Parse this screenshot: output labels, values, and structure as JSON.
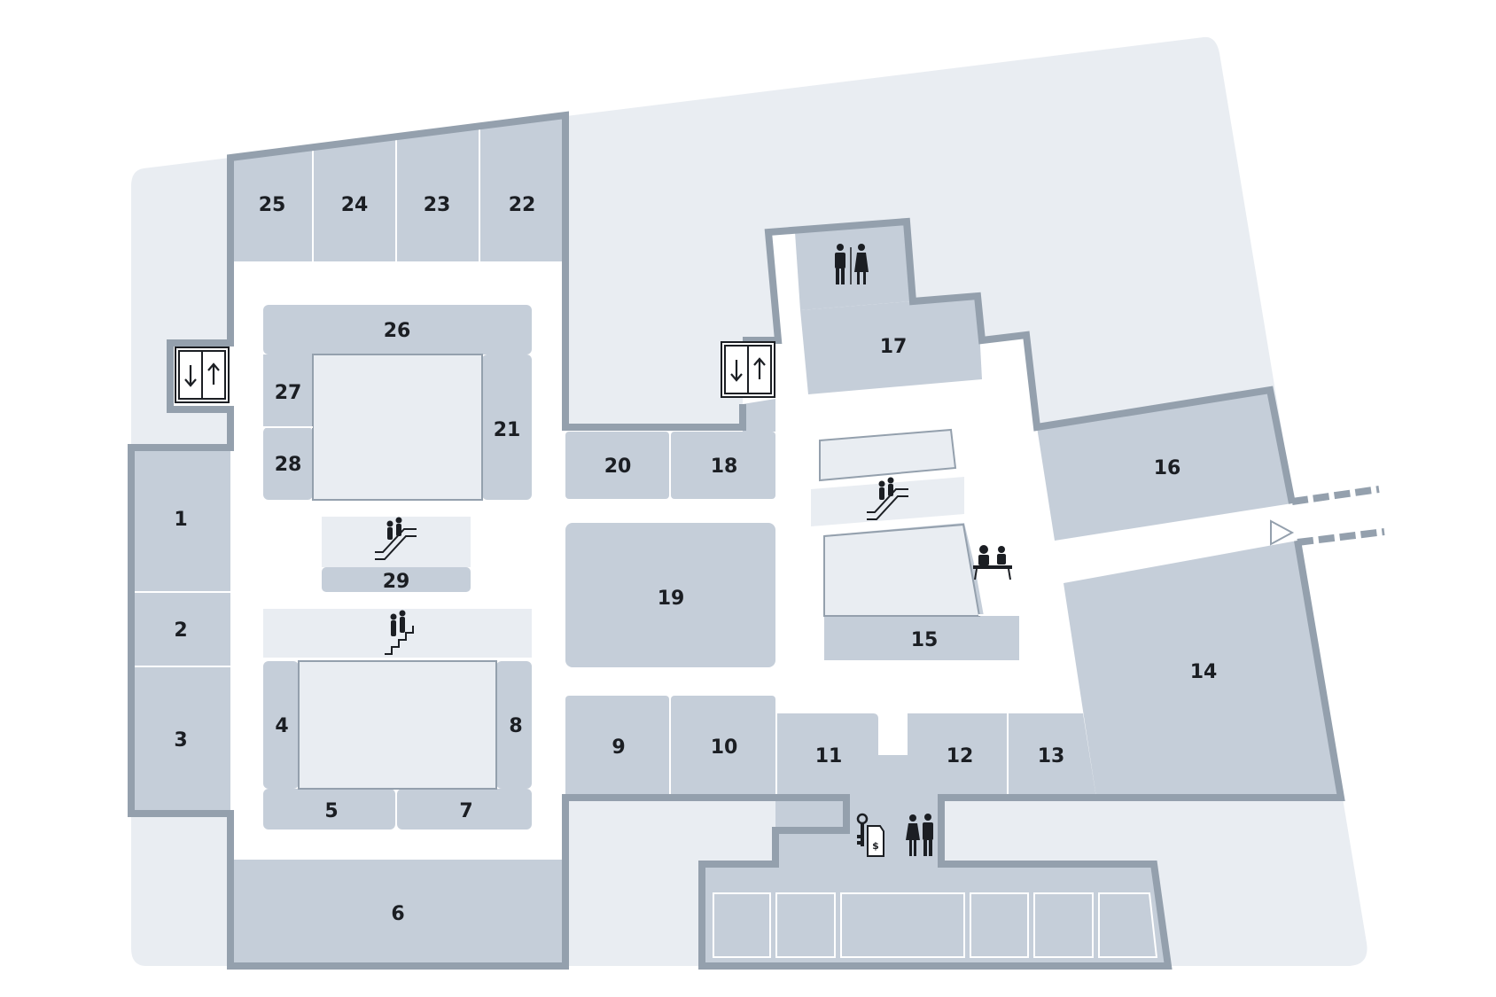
{
  "colors": {
    "background": "#ffffff",
    "outer_area": "#e9edf2",
    "unit_fill": "#c5ced9",
    "wall": "#94a0ad",
    "text": "#1b1e23"
  },
  "units": {
    "u1": "1",
    "u2": "2",
    "u3": "3",
    "u4": "4",
    "u5": "5",
    "u6": "6",
    "u7": "7",
    "u8": "8",
    "u9": "9",
    "u10": "10",
    "u11": "11",
    "u12": "12",
    "u13": "13",
    "u14": "14",
    "u15": "15",
    "u16": "16",
    "u17": "17",
    "u18": "18",
    "u19": "19",
    "u20": "20",
    "u21": "21",
    "u22": "22",
    "u23": "23",
    "u24": "24",
    "u25": "25",
    "u26": "26",
    "u27": "27",
    "u28": "28",
    "u29": "29"
  },
  "icons": {
    "elevators": "elevator-icon",
    "escalators": "escalator-icon",
    "stairs": "stairs-icon",
    "restrooms": "restroom-icon",
    "food_court": "food-court-icon",
    "key_service": "key-tag-icon",
    "info_desk": "couple-icon",
    "exit": "exit-arrow-icon"
  },
  "key_tag_symbol": "$"
}
